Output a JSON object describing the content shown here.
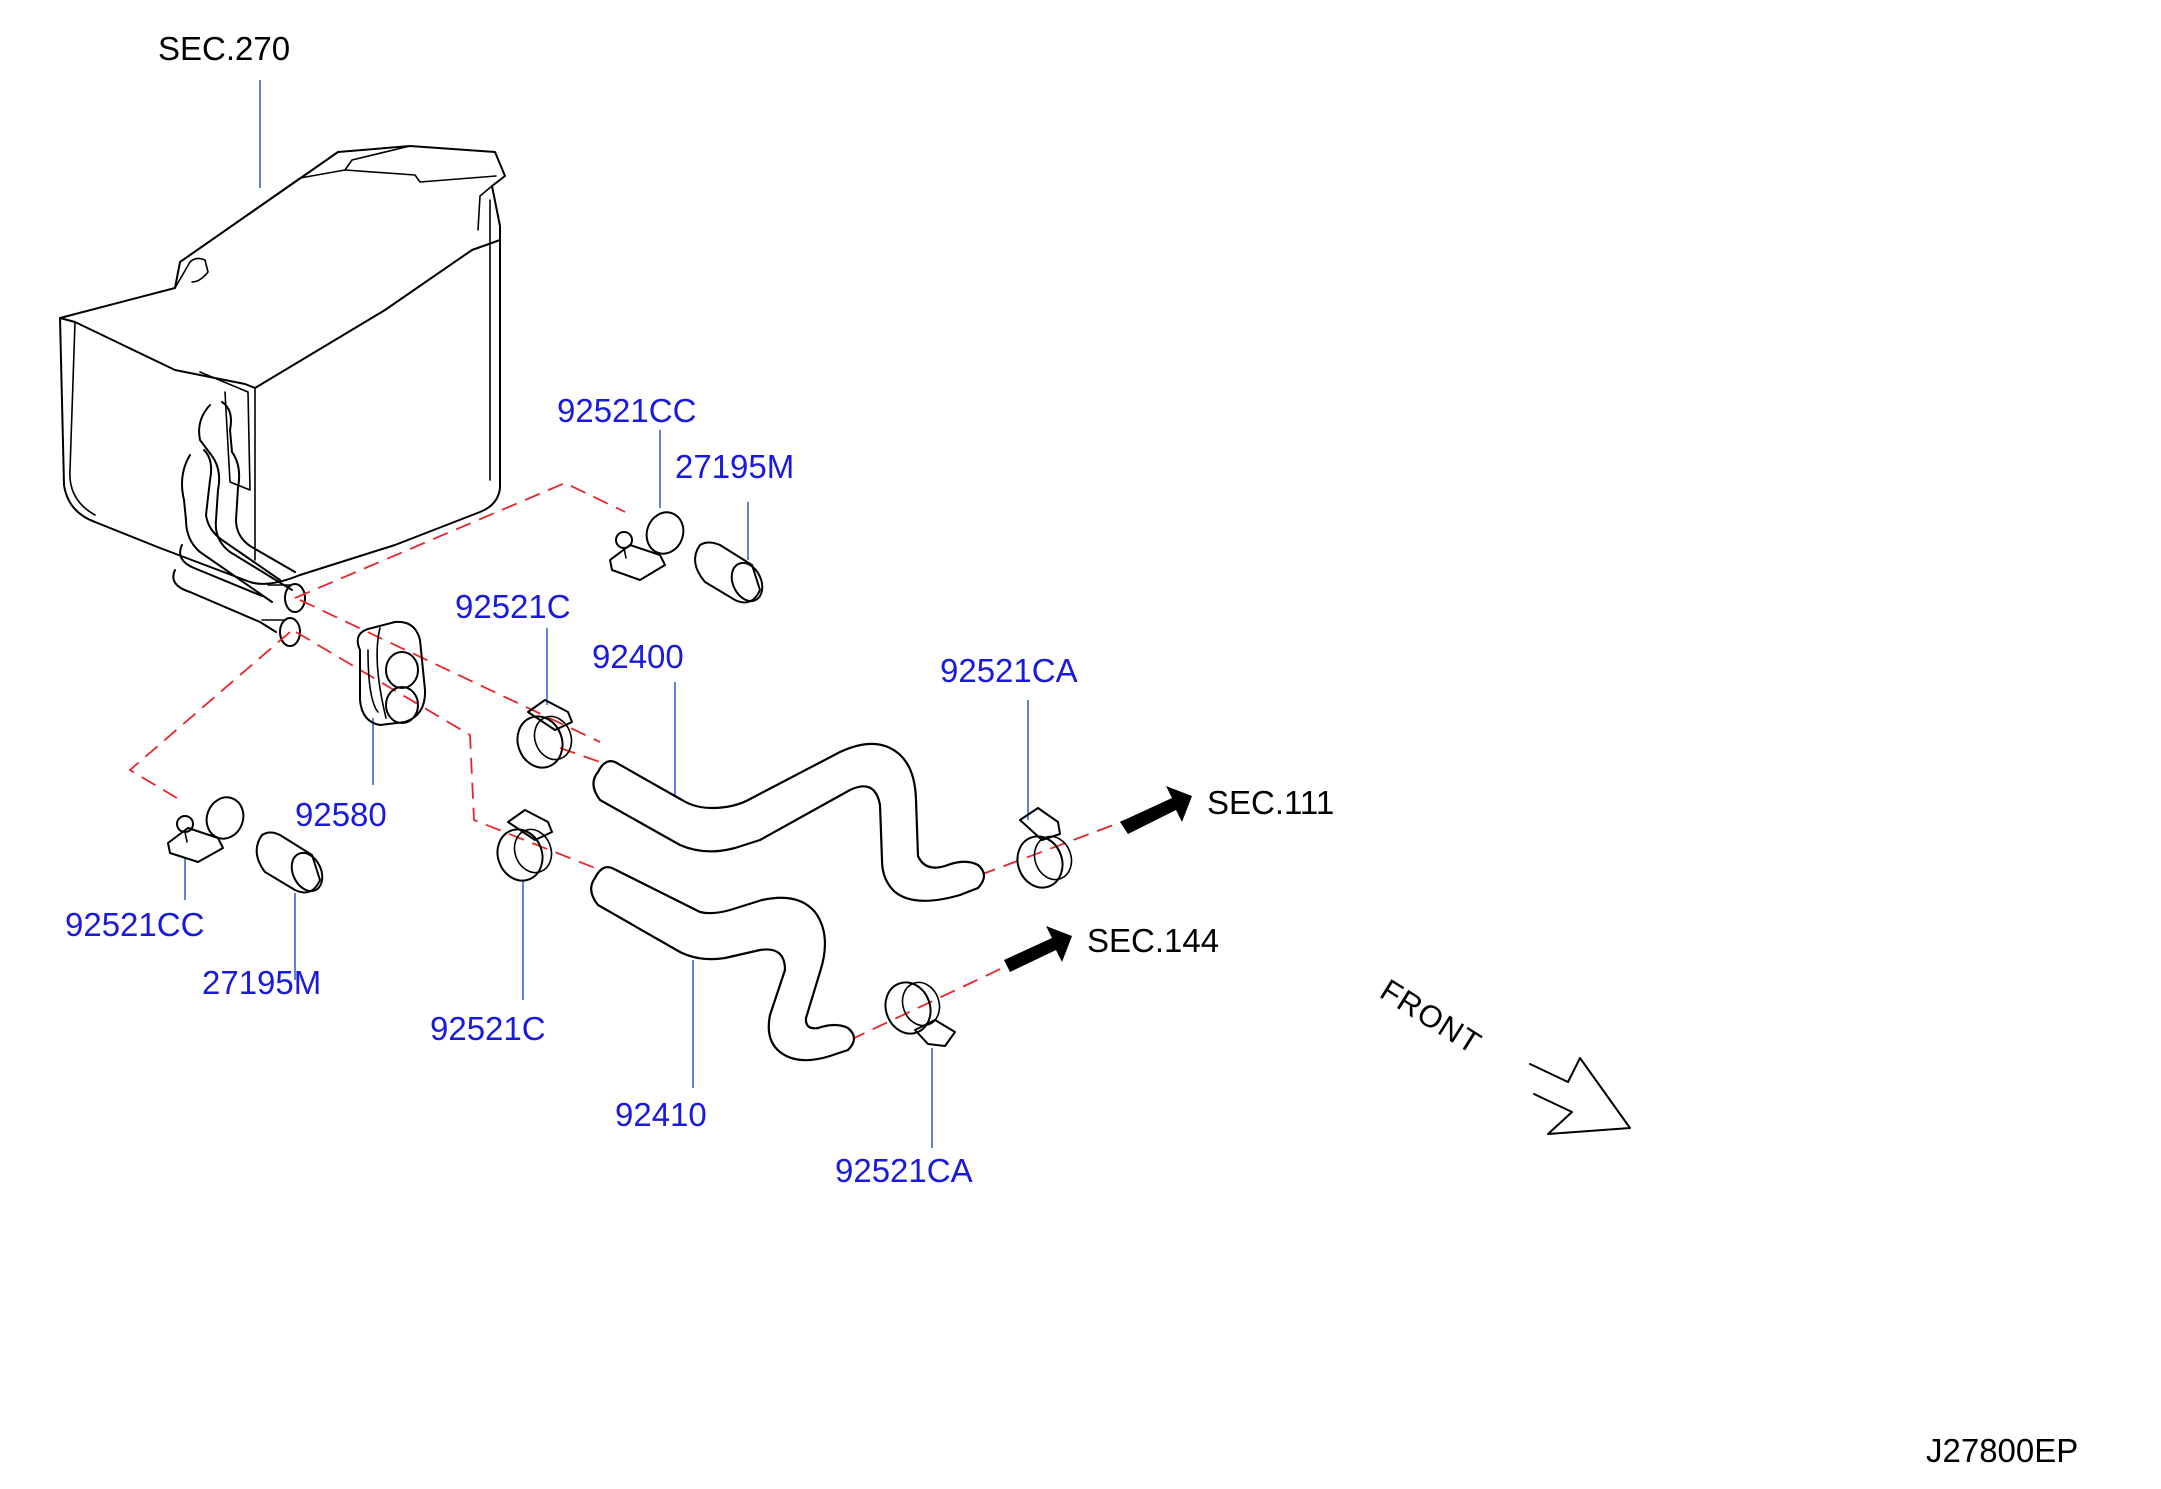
{
  "diagram": {
    "sections": {
      "sec270": "SEC.270",
      "sec111": "SEC.111",
      "sec144": "SEC.144"
    },
    "parts": {
      "p92521cc_top": "92521CC",
      "p27195m_top": "27195M",
      "p92521c_top": "92521C",
      "p92400": "92400",
      "p92521ca_top": "92521CA",
      "p92580": "92580",
      "p92521cc_bottom": "92521CC",
      "p27195m_bottom": "27195M",
      "p92521c_bottom": "92521C",
      "p92410": "92410",
      "p92521ca_bottom": "92521CA"
    },
    "front_label": "FRONT",
    "drawing_code": "J27800EP",
    "colors": {
      "part_label": "#1a1adc",
      "leader": "#3b64c8",
      "dashed_guide": "#e8262a",
      "ink": "#000000"
    }
  }
}
